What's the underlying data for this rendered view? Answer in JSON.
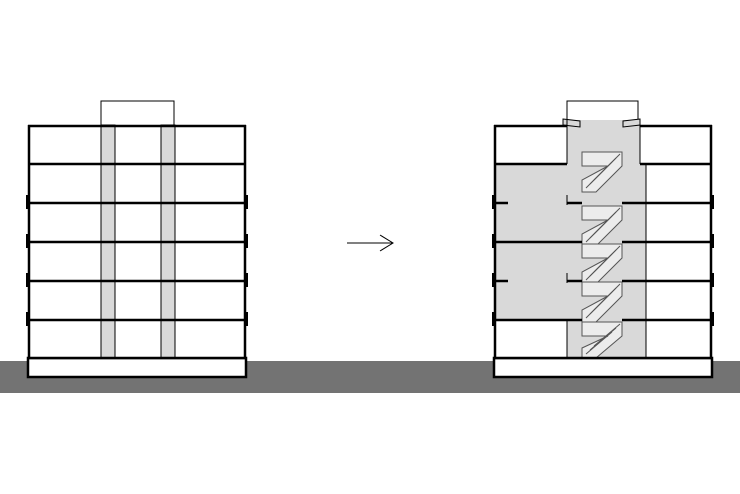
{
  "diagram": {
    "before_section": {
      "floors": 6,
      "shafts": 2
    },
    "after_section": {
      "floors": 6,
      "stair_flights": 5
    },
    "transition_arrow": "→",
    "colors": {
      "line": "#000000",
      "ground": "#737373",
      "shaft_fill": "#d9d9d9",
      "background": "#ffffff"
    }
  }
}
